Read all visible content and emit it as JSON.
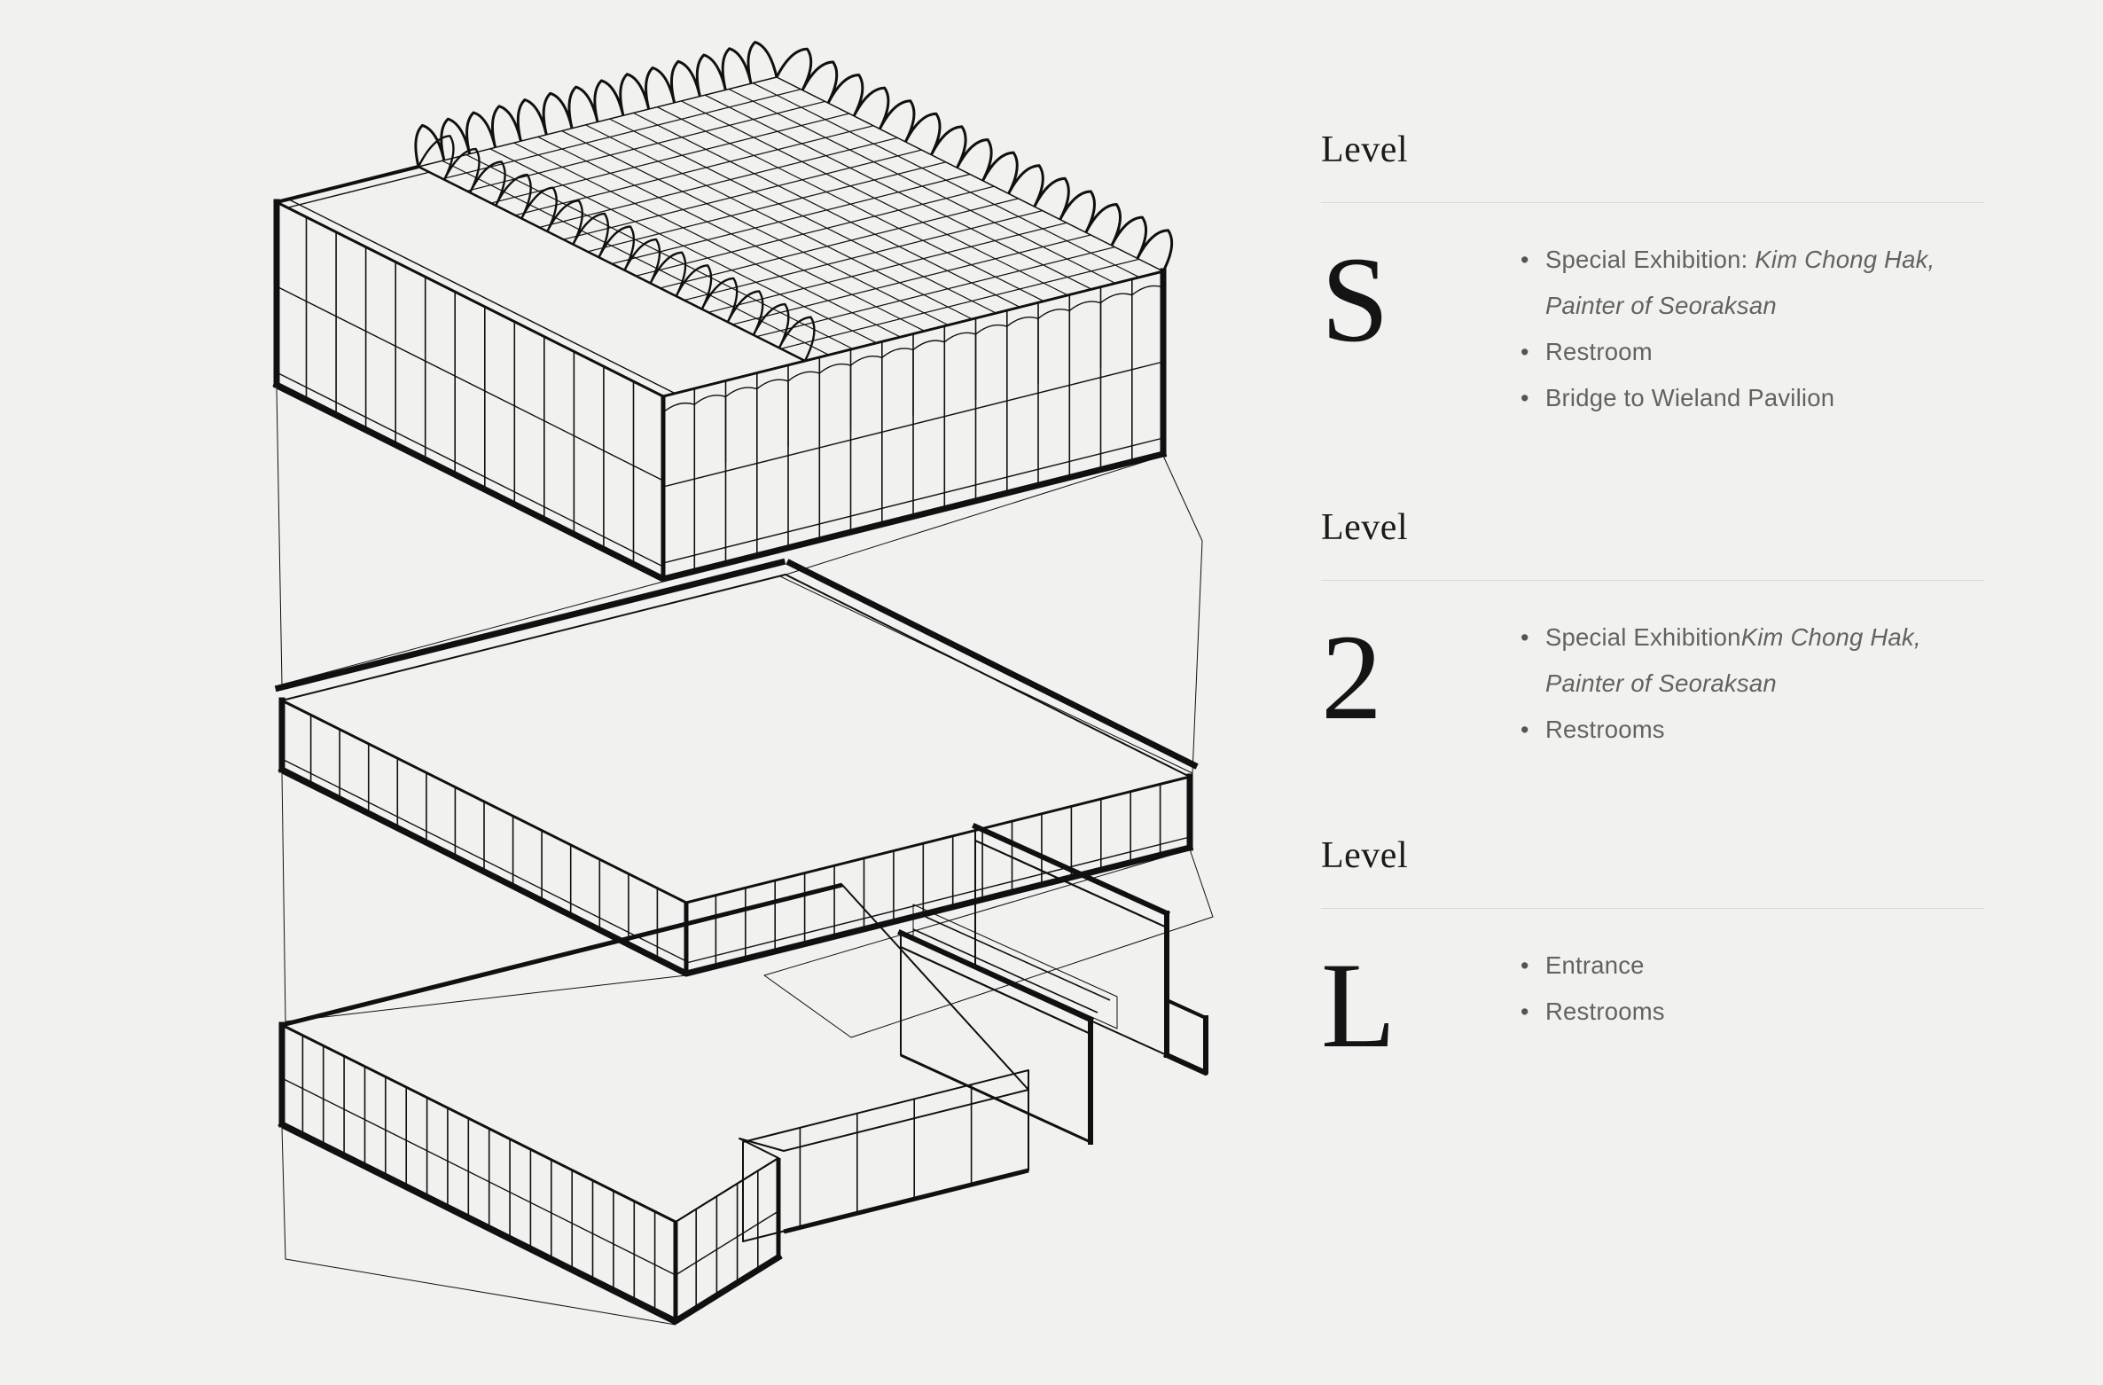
{
  "page": {
    "background_color": "#F1F1EF",
    "ink_color": "#101010",
    "shadow_color": "#E9E9E7",
    "divider_color": "#D8D8D5",
    "body_text_color": "#63625F"
  },
  "sections": [
    {
      "heading": "Level",
      "letter": "S",
      "items": [
        {
          "text": "Special Exhibition: ",
          "italic": "Kim Chong Hak, Painter of Seoraksan"
        },
        {
          "text": "Restroom",
          "italic": ""
        },
        {
          "text": "Bridge to Wieland Pavilion",
          "italic": ""
        }
      ]
    },
    {
      "heading": "Level",
      "letter": "2",
      "items": [
        {
          "text": "Special Exhibition",
          "italic": "Kim Chong Hak, Painter of Seoraksan"
        },
        {
          "text": "Restrooms",
          "italic": ""
        }
      ]
    },
    {
      "heading": "Level",
      "letter": "L",
      "items": [
        {
          "text": "Entrance",
          "italic": ""
        },
        {
          "text": "Restrooms",
          "italic": ""
        }
      ]
    }
  ],
  "diagram": {
    "description": "exploded-axonometric-diagram-of-three-building-levels",
    "levels": [
      "S",
      "2",
      "L"
    ]
  }
}
